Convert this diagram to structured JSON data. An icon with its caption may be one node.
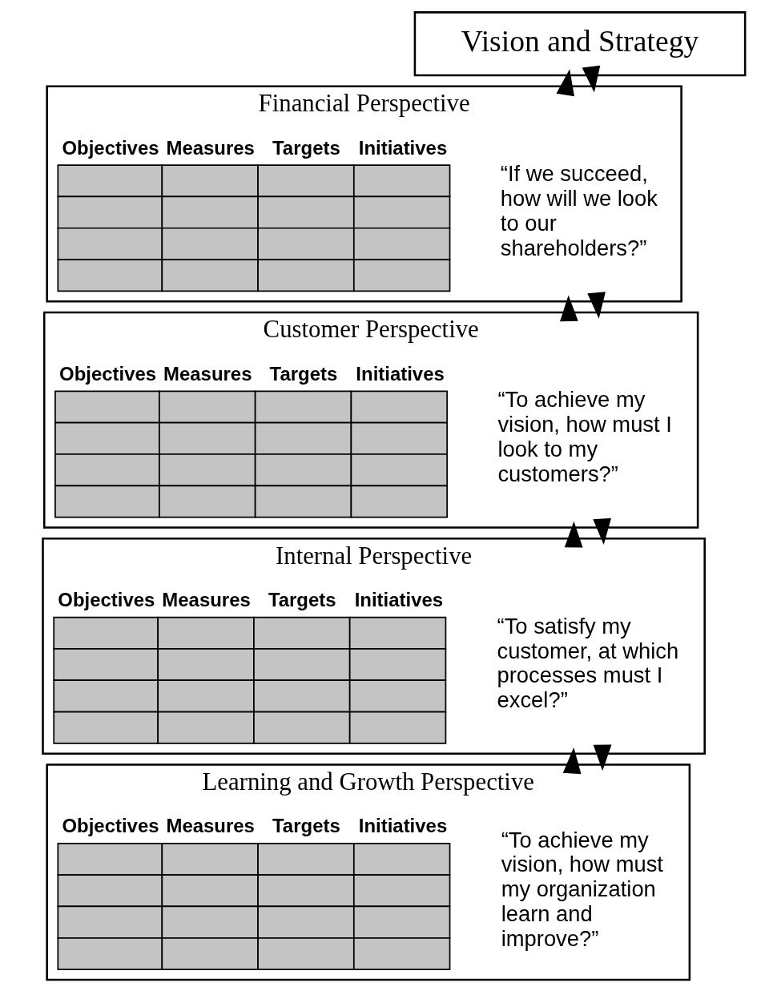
{
  "diagram": {
    "nodes": [
      {
        "text": [
          "Vision and Strategy"
        ]
      },
      {
        "text": [
          "Financial Perspective"
        ]
      },
      {
        "text": [
          "“If we succeed, how will we look to our shareholders?”"
        ],
        "in": 1
      },
      {
        "text": [
          "Objectives",
          "Measures",
          "Targets",
          "Initiatives"
        ],
        "in": 1
      },
      {
        "text": [
          "Customer Perspective"
        ]
      },
      {
        "text": [
          "“To achieve my vision, how must I look to my customers?”"
        ],
        "in": 4
      },
      {
        "text": [
          "Objectives",
          "Measures",
          "Targets",
          "Initiatives"
        ],
        "in": 4
      },
      {
        "text": [
          "Internal Perspective"
        ]
      },
      {
        "text": [
          "“To satisfy my customer, at which processes must I excel?”"
        ],
        "in": 7
      },
      {
        "text": [
          "Objectives",
          "Measures",
          "Targets",
          "Initiatives"
        ],
        "in": 7
      },
      {
        "text": [
          "Learning and Growth Perspective"
        ]
      },
      {
        "text": [
          "“To achieve my vision, how must my organization learn and improve?”"
        ],
        "in": 10
      },
      {
        "text": [
          "Objectives",
          "Measures",
          "Targets",
          "Initiatives"
        ],
        "in": 10
      }
    ],
    "edges": [
      {
        "from": 0,
        "to": 1,
        "arrow": "to"
      },
      {
        "from": 1,
        "to": 0,
        "arrow": "to"
      },
      {
        "from": 1,
        "to": 4,
        "arrow": "to"
      },
      {
        "from": 4,
        "to": 1,
        "arrow": "to"
      },
      {
        "from": 4,
        "to": 7,
        "arrow": "to"
      },
      {
        "from": 7,
        "to": 4,
        "arrow": "to"
      },
      {
        "from": 7,
        "to": 10,
        "arrow": "to"
      },
      {
        "from": 10,
        "to": 7,
        "arrow": "to"
      }
    ]
  }
}
